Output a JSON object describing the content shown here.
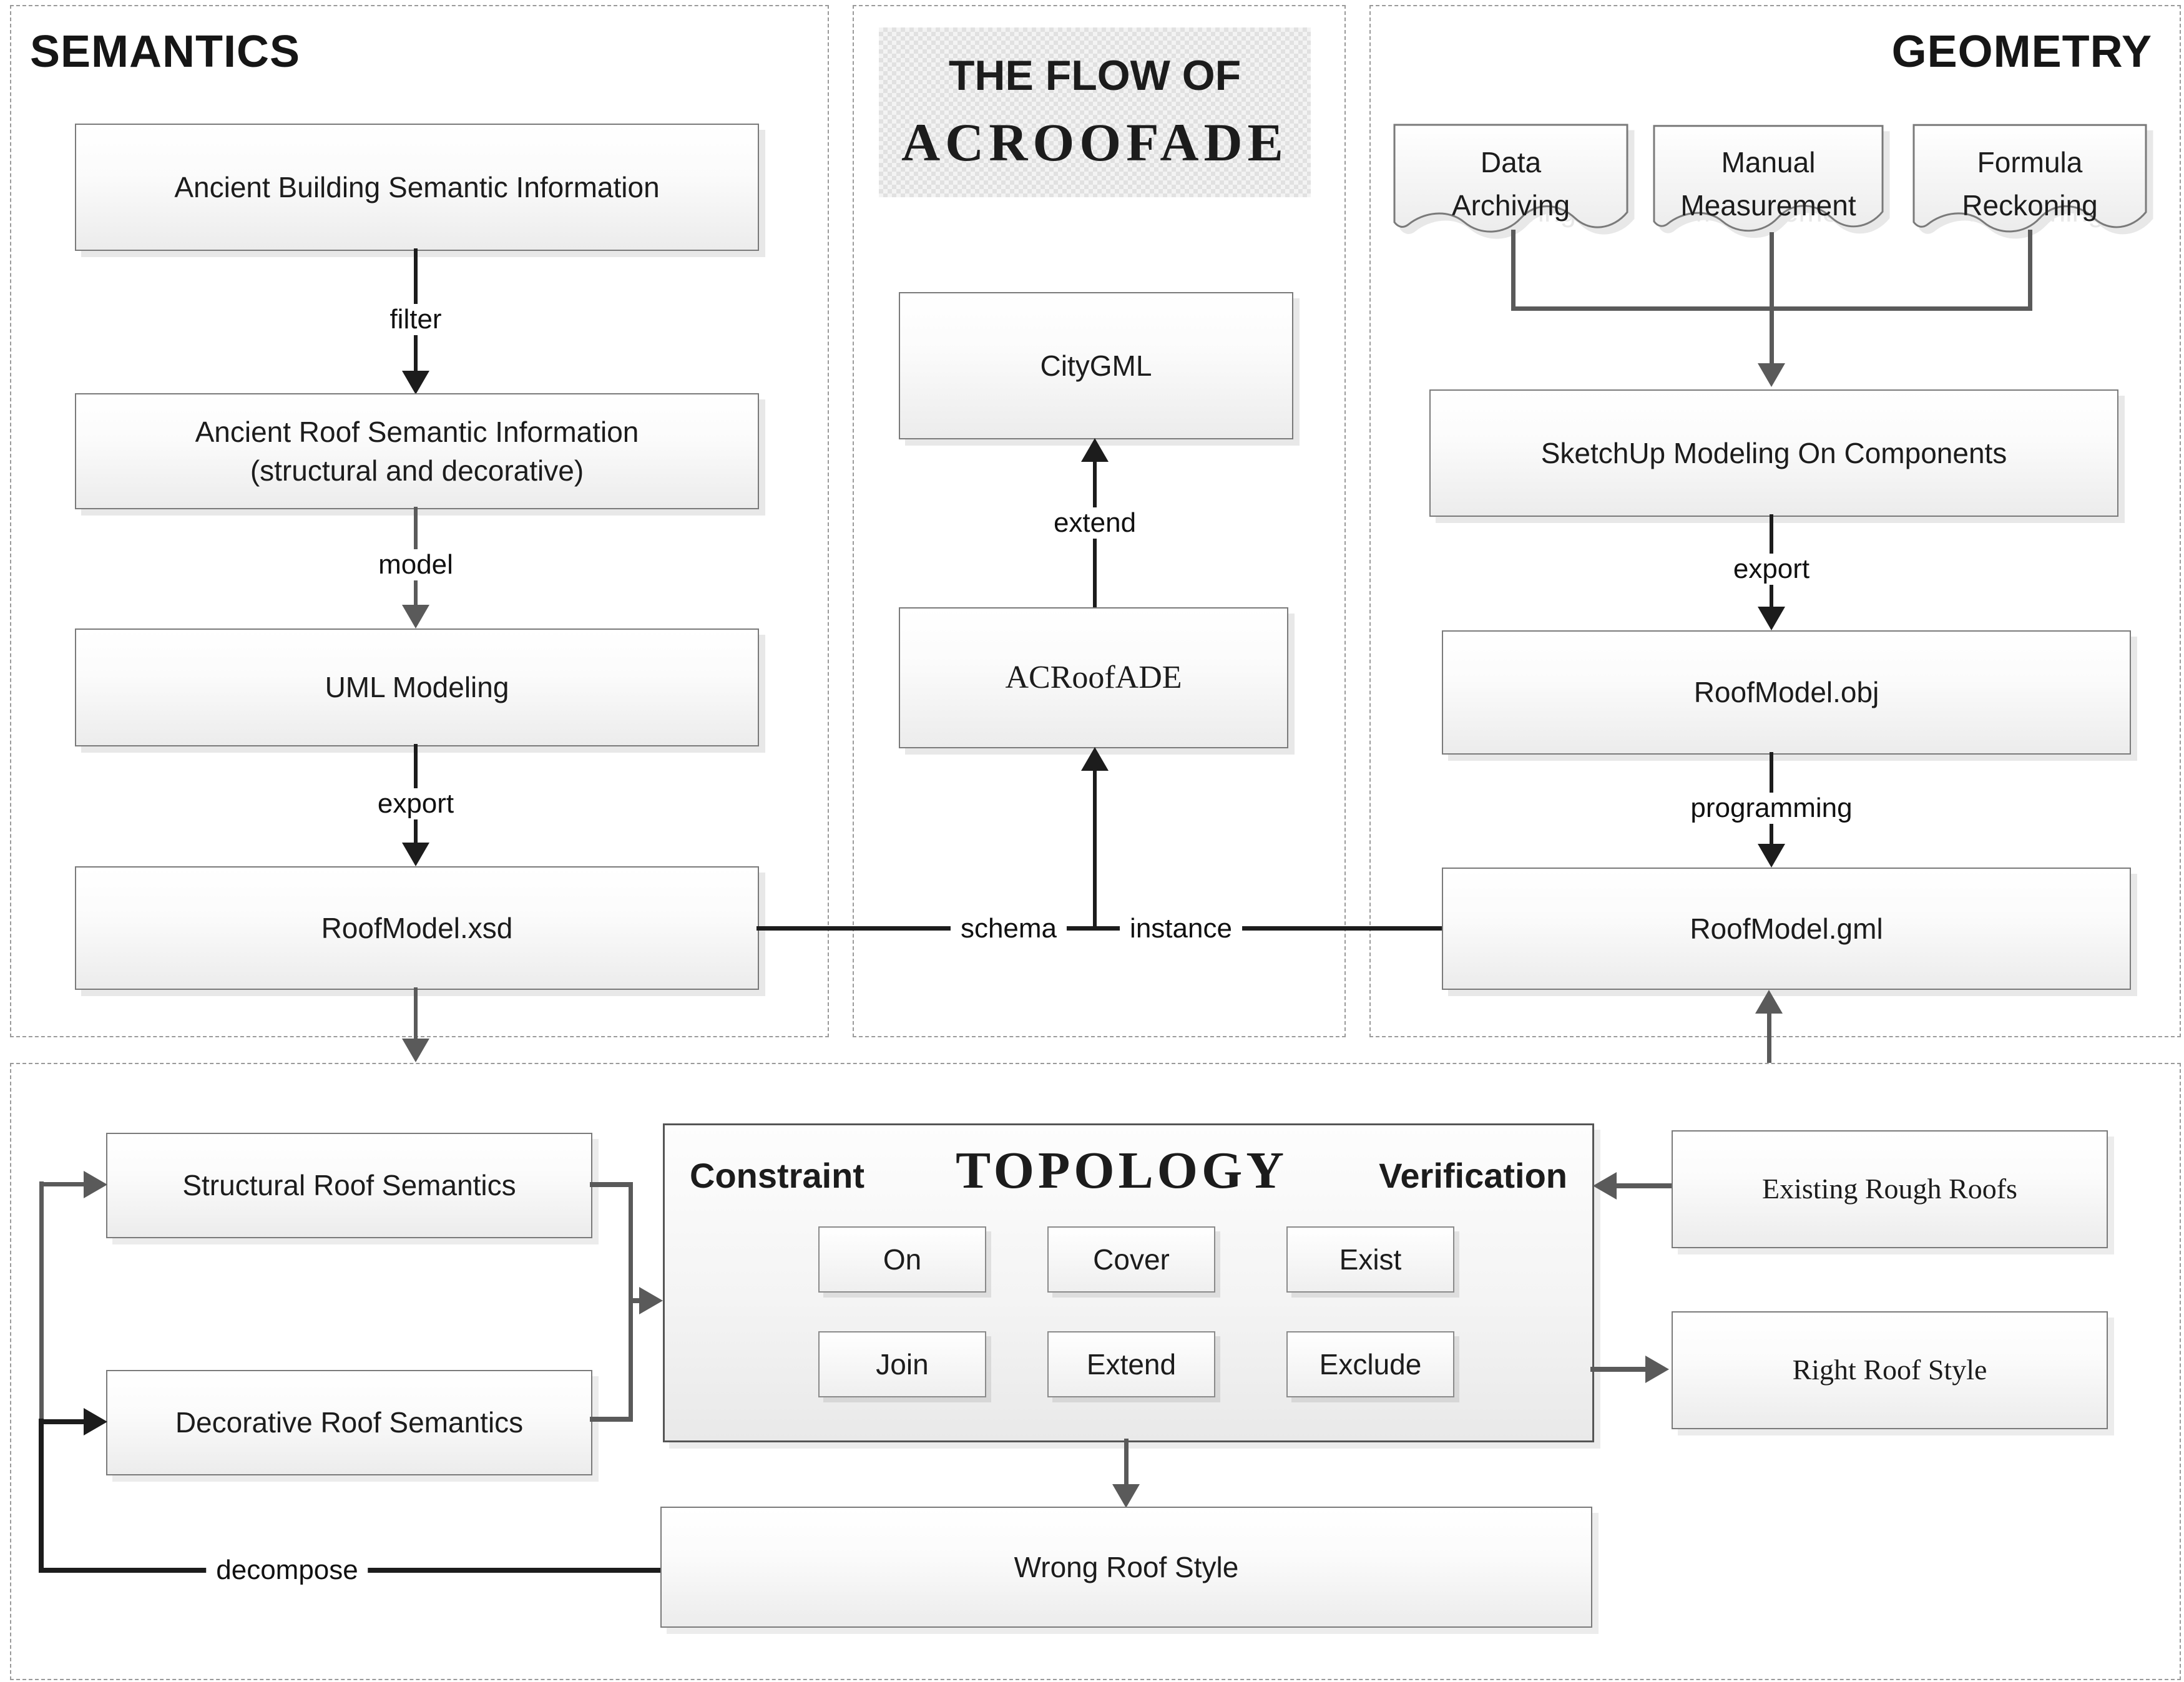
{
  "colors": {
    "line_black": "#1c1c1c",
    "line_gray": "#5a5a5a",
    "box_border": "#7a7a7a",
    "panel_border": "#9a9a9a"
  },
  "semantics": {
    "title": "SEMANTICS",
    "box_building": "Ancient Building Semantic Information",
    "box_roof_line1": "Ancient Roof Semantic Information",
    "box_roof_line2": "(structural and decorative)",
    "box_uml": "UML Modeling",
    "box_xsd": "RoofModel.xsd",
    "label_filter": "filter",
    "label_model": "model",
    "label_export": "export"
  },
  "flow": {
    "banner_line1": "THE FLOW OF",
    "banner_line2": "ACROOFADE",
    "box_citygml": "CityGML",
    "box_acroofade": "ACRoofADE",
    "label_extend": "extend",
    "label_schema": "schema",
    "label_instance": "instance"
  },
  "geometry": {
    "title": "GEOMETRY",
    "doc_data_line1": "Data",
    "doc_data_line2": "Archiving",
    "doc_manual_line1": "Manual",
    "doc_manual_line2": "Measurement",
    "doc_formula_line1": "Formula",
    "doc_formula_line2": "Reckoning",
    "box_sketchup": "SketchUp Modeling On Components",
    "box_obj": "RoofModel.obj",
    "box_gml": "RoofModel.gml",
    "label_export": "export",
    "label_programming": "programming"
  },
  "verification": {
    "box_structural": "Structural Roof Semantics",
    "box_decorative": "Decorative Roof Semantics",
    "label_decompose": "decompose",
    "topology": {
      "label_constraint": "Constraint",
      "title": "TOPOLOGY",
      "label_verification": "Verification",
      "cells": [
        "On",
        "Cover",
        "Exist",
        "Join",
        "Extend",
        "Exclude"
      ]
    },
    "box_existing": "Existing Rough Roofs",
    "box_right": "Right Roof Style",
    "box_wrong": "Wrong Roof Style"
  }
}
